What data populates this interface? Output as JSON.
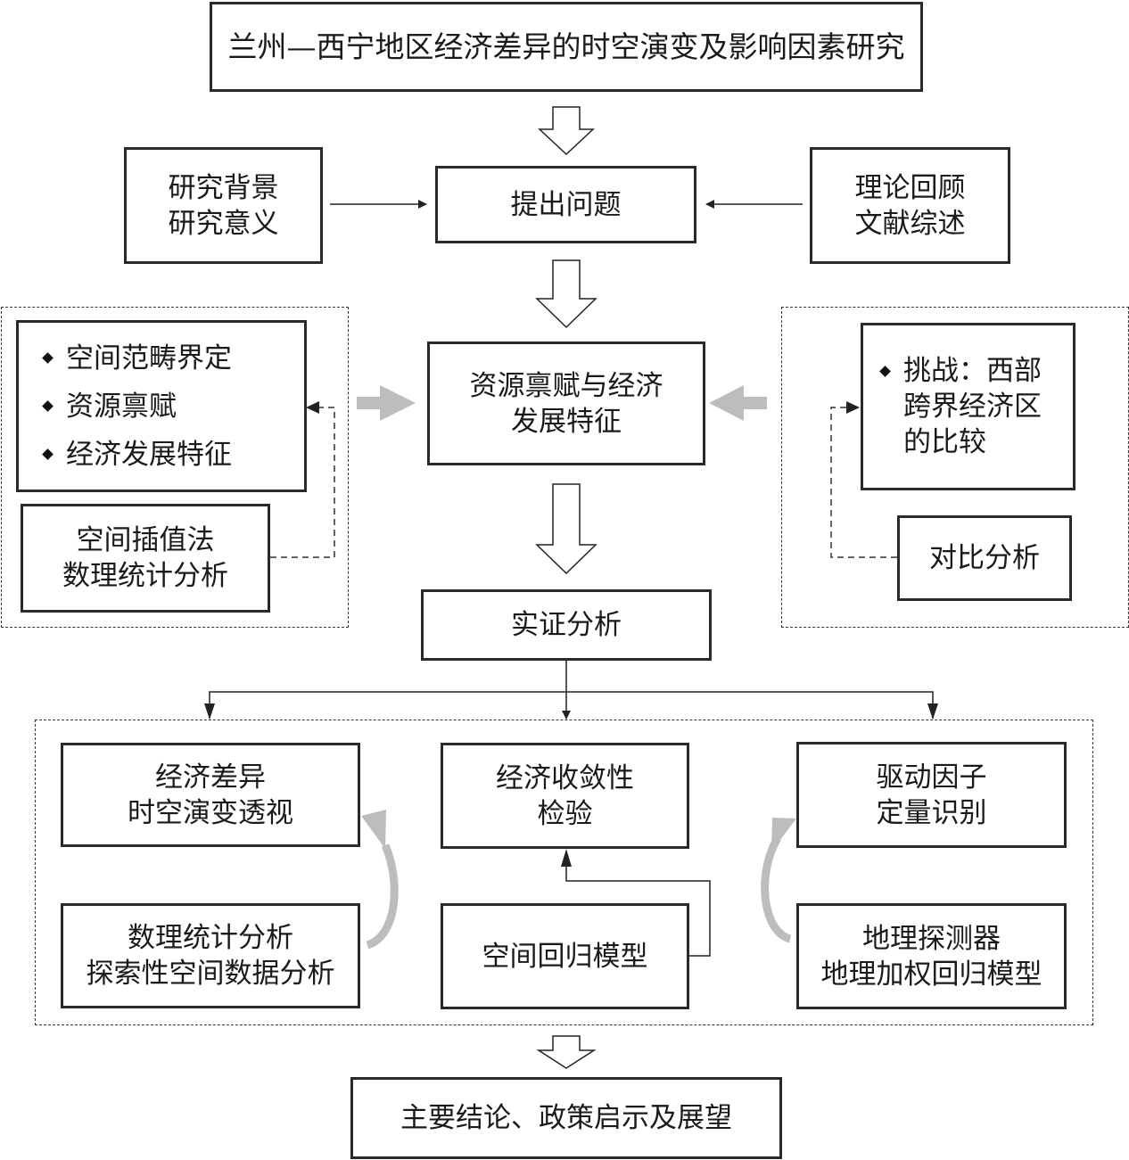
{
  "title": "兰州—西宁地区经济差异的时空演变及影响因素研究",
  "row_problem": {
    "left": [
      "研究背景",
      "研究意义"
    ],
    "center": "提出问题",
    "right": [
      "理论回顾",
      "文献综述"
    ]
  },
  "row_characteristics": {
    "left_panel": {
      "bullets": [
        "空间范畴界定",
        "资源禀赋",
        "经济发展特征"
      ],
      "method": [
        "空间插值法",
        "数理统计分析"
      ]
    },
    "center": [
      "资源禀赋与经济",
      "发展特征"
    ],
    "right_panel": {
      "bullets": [
        [
          "挑战：西部",
          "跨界经济区",
          "的比较"
        ]
      ],
      "method": "对比分析"
    }
  },
  "empirical": "实证分析",
  "analysis_panel": {
    "columns": [
      {
        "result": [
          "经济差异",
          "时空演变透视"
        ],
        "method": [
          "数理统计分析",
          "探索性空间数据分析"
        ]
      },
      {
        "result": [
          "经济收敛性",
          "检验"
        ],
        "method": [
          "空间回归模型"
        ]
      },
      {
        "result": [
          "驱动因子",
          "定量识别"
        ],
        "method": [
          "地理探测器",
          "地理加权回归模型"
        ]
      }
    ]
  },
  "conclusion": "主要结论、政策启示及展望",
  "colors": {
    "stroke": "#2a2a2a",
    "gray_arrow": "#bdbdbd"
  }
}
